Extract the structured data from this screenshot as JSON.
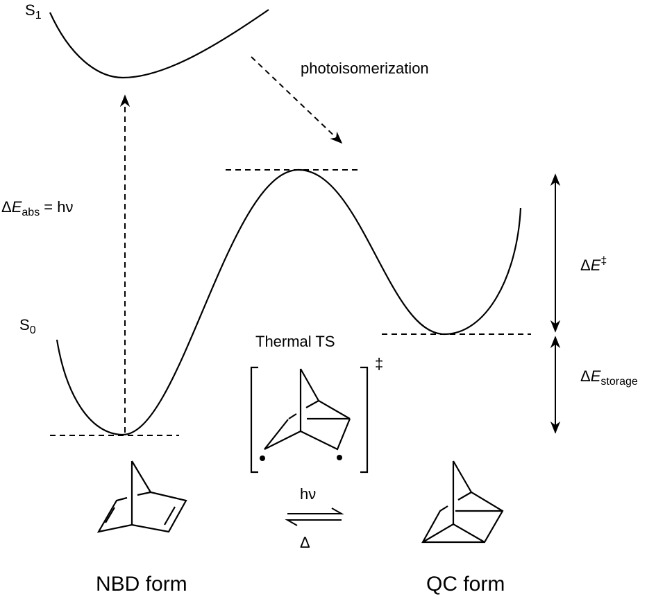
{
  "labels": {
    "s1": "S",
    "s1_sub": "1",
    "s0": "S",
    "s0_sub": "0",
    "photoisomerization": "photoisomerization",
    "delta_e_abs_delta": "Δ",
    "delta_e_abs_e": "E",
    "delta_e_abs_sub": "abs",
    "delta_e_abs_rhs": " = hν",
    "delta_e_ts_delta": "Δ",
    "delta_e_ts_e": "E",
    "delta_e_ts_sup": "‡",
    "delta_e_storage_delta": "Δ",
    "delta_e_storage_e": "E",
    "delta_e_storage_sub": "storage",
    "thermal_ts": "Thermal TS",
    "ts_dagger": "‡",
    "forward_condition": "hν",
    "reverse_condition": "Δ",
    "nbd_form": "NBD form",
    "qc_form": "QC form"
  }
}
